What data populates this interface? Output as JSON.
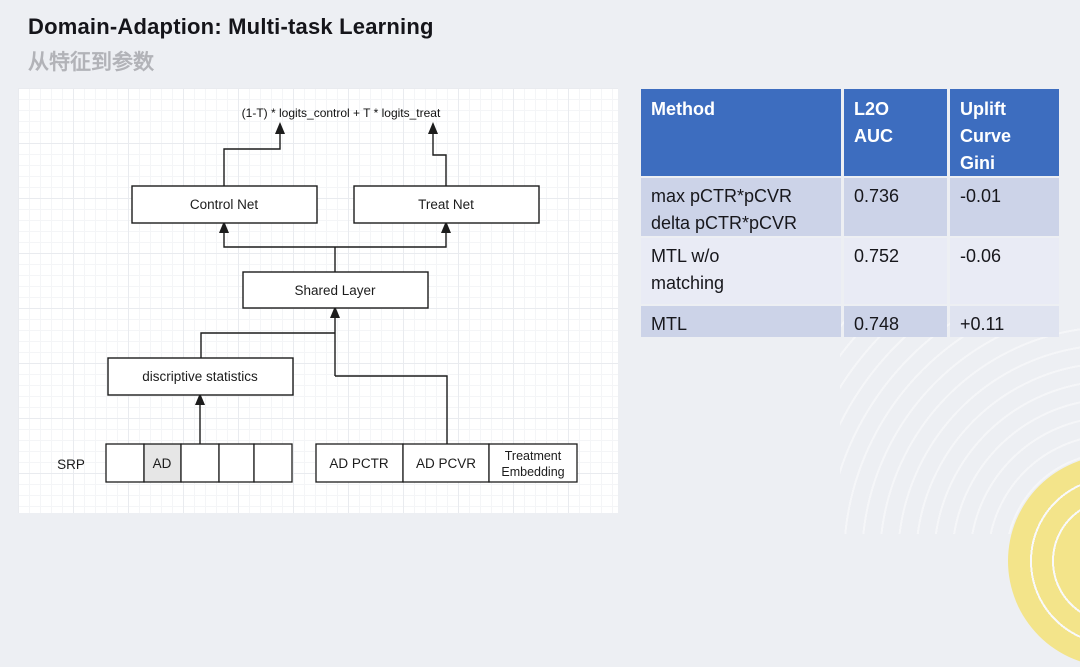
{
  "slide": {
    "title": "Domain-Adaption: Multi-task Learning",
    "subtitle": "从特征到参数"
  },
  "diagram": {
    "formula": "(1-T) * logits_control +  T * logits_treat",
    "nodes": {
      "control_net": "Control Net",
      "treat_net": "Treat Net",
      "shared_layer": "Shared Layer",
      "descriptive_stats": "discriptive statistics"
    },
    "srp": {
      "label": "SRP",
      "ad_cell": "AD"
    },
    "inputs": {
      "ad_pctr": "AD PCTR",
      "ad_pcvr": "AD PCVR",
      "treatment_embedding_line1": "Treatment",
      "treatment_embedding_line2": "Embedding"
    }
  },
  "table": {
    "headers": {
      "method": "Method",
      "l2o_line1": "L2O",
      "l2o_line2": "AUC",
      "uplift_line1": "Uplift",
      "uplift_line2": "Curve",
      "uplift_line3": "Gini"
    },
    "rows": [
      {
        "method_line1": "max pCTR*pCVR",
        "method_line2": "delta pCTR*pCVR",
        "l2o_auc": "0.736",
        "uplift_gini": "-0.01"
      },
      {
        "method_line1": "MTL w/o",
        "method_line2": "matching",
        "l2o_auc": "0.752",
        "uplift_gini": "-0.06"
      },
      {
        "method_line1": "MTL",
        "method_line2": "",
        "l2o_auc": "0.748",
        "uplift_gini": "+0.11"
      }
    ],
    "colors": {
      "header_bg": "#3d6dbf",
      "header_text": "#ffffff",
      "row_dark": "#ccd3e8",
      "row_light": "#e9ebf5",
      "row_lighter": "#dfe3f0"
    }
  },
  "decor": {
    "circle_color": "#f3e48a",
    "background": "#edeff3"
  }
}
